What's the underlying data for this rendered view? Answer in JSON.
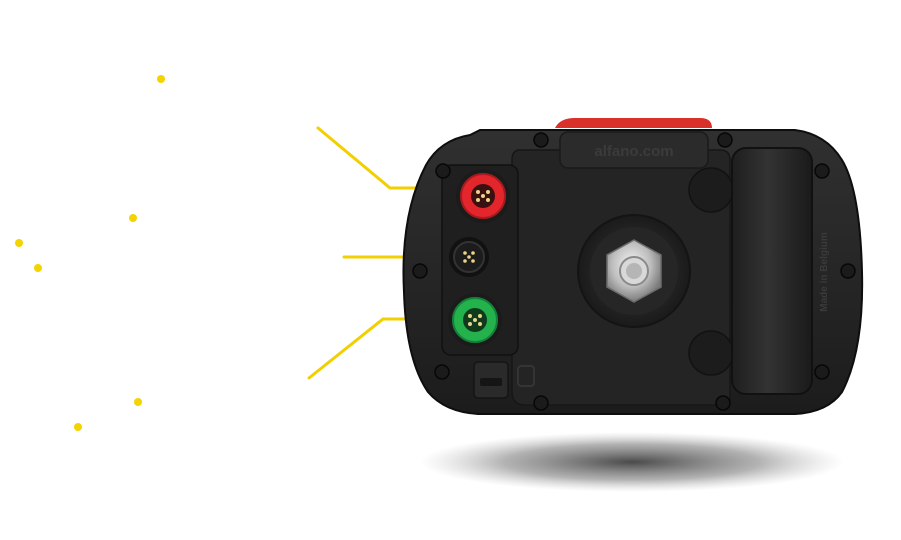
{
  "device": {
    "brand_text": "alfano.com",
    "origin_text": "Made in Belgium",
    "colors": {
      "body": "#262626",
      "accent_top": "#d9302a",
      "connector_red": "#e3262c",
      "connector_green": "#23b24b",
      "connector_black": "#1c1c1c",
      "leader_line": "#f2cf00"
    },
    "connectors": [
      {
        "name": "red-connector",
        "color": "#e3262c"
      },
      {
        "name": "black-connector",
        "color": "#1c1c1c"
      },
      {
        "name": "green-connector",
        "color": "#23b24b"
      }
    ]
  }
}
